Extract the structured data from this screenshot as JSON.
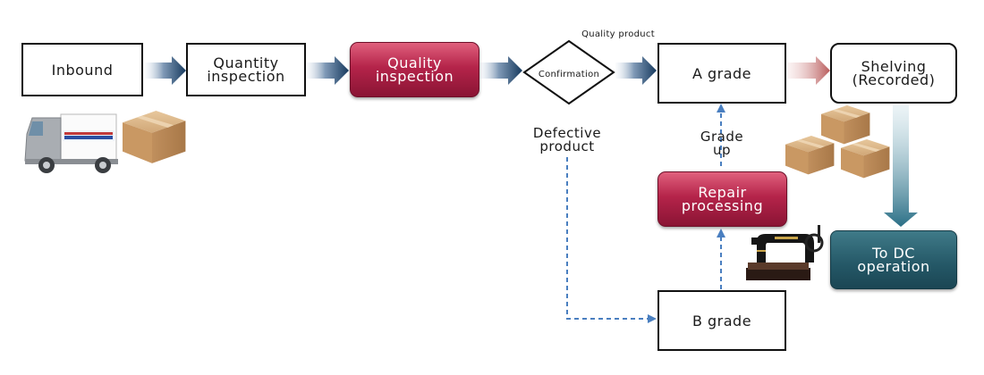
{
  "nodes": {
    "inbound": "Inbound",
    "quantity_inspection": "Quantity\ninspection",
    "quality_inspection": "Quality\ninspection",
    "confirmation": "Confirmation",
    "a_grade": "A grade",
    "shelving": "Shelving\n(Recorded)",
    "repair_processing": "Repair\nprocessing",
    "b_grade": "B grade",
    "to_dc_operation": "To DC\noperation"
  },
  "edge_labels": {
    "quality_product": "Quality product",
    "defective_product": "Defective\nproduct",
    "grade_up": "Grade\nup"
  },
  "colors": {
    "dark_navy": "#173a5e",
    "red_arrow": "#b85a5a",
    "dashed_blue": "#4a7fc0",
    "teal_arrow": "#2a6f86"
  },
  "icons": [
    "delivery-truck-icon",
    "cardboard-box-icon",
    "box-stack-icon",
    "sewing-machine-icon"
  ]
}
